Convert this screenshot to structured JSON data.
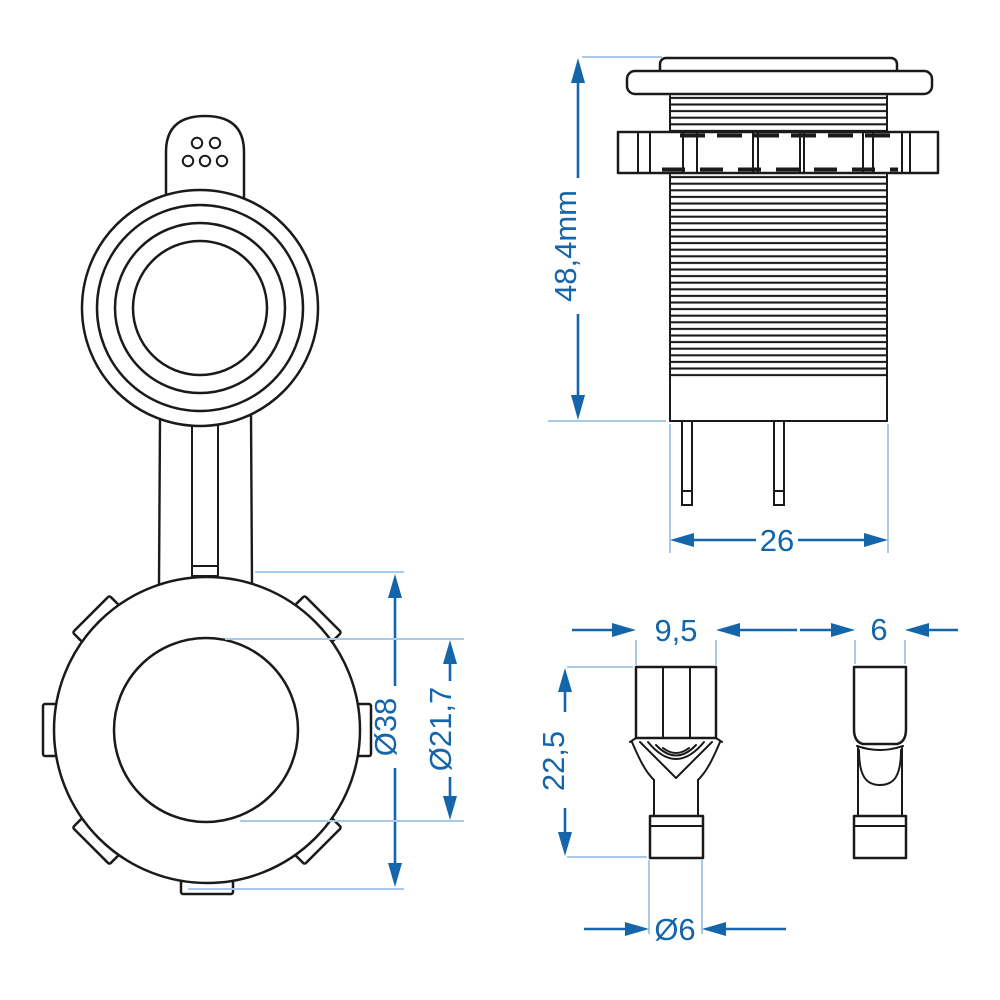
{
  "page": {
    "background": "#ffffff",
    "description": "Technical dimension drawing of accessory power socket with protective cap and spade terminals"
  },
  "colors": {
    "drawing_line": "#1a1a1a",
    "dimension_blue": "#1565ab",
    "reference_blue": "#a9c9e8"
  },
  "views": {
    "socket_front": {
      "labels": {
        "outer_diameter": "Ø38",
        "inner_diameter": "Ø21,7"
      }
    },
    "socket_side": {
      "labels": {
        "height": "48,4mm",
        "width": "26"
      }
    },
    "terminal_front": {
      "labels": {
        "width": "9,5",
        "height": "22,5",
        "crimp_diameter": "Ø6"
      }
    },
    "terminal_side": {
      "labels": {
        "width": "6"
      }
    }
  }
}
